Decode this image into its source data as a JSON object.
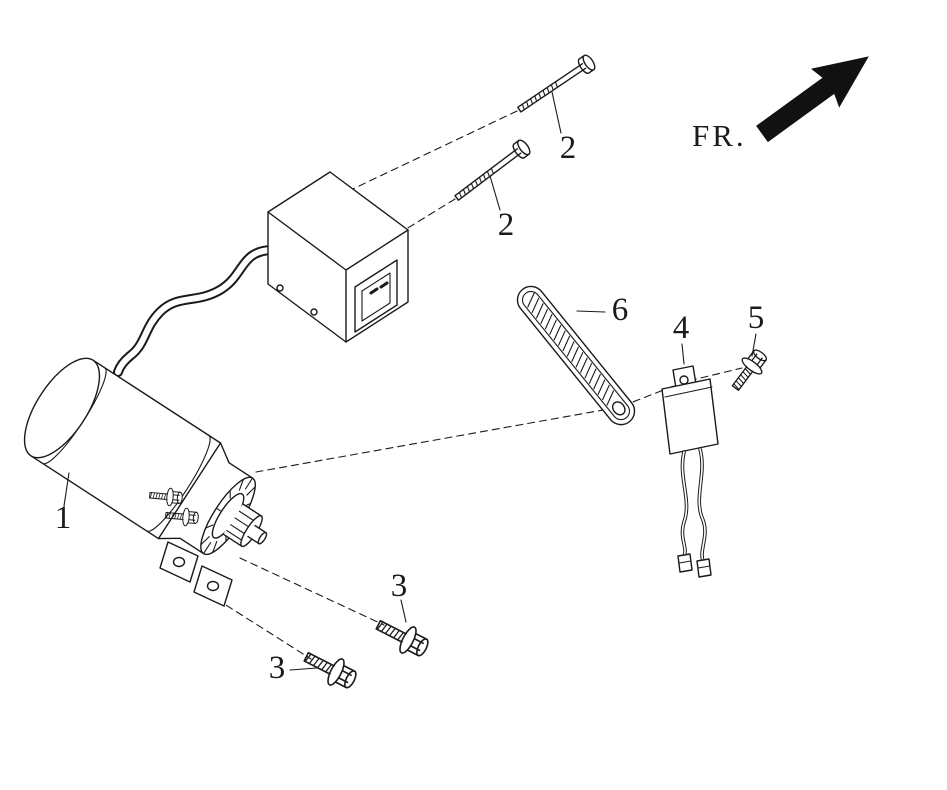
{
  "background_color": "#ffffff",
  "line_color": "#1a1a1a",
  "arrow_color": "#111111",
  "direction_indicator": {
    "label": "FR."
  },
  "part_labels": {
    "starter_motor": "1",
    "bolt_upper": "2",
    "bolt_lower": "2",
    "flange_bolt_right": "3",
    "flange_bolt_left": "3",
    "relay": "4",
    "small_bolt": "5",
    "strap": "6"
  }
}
